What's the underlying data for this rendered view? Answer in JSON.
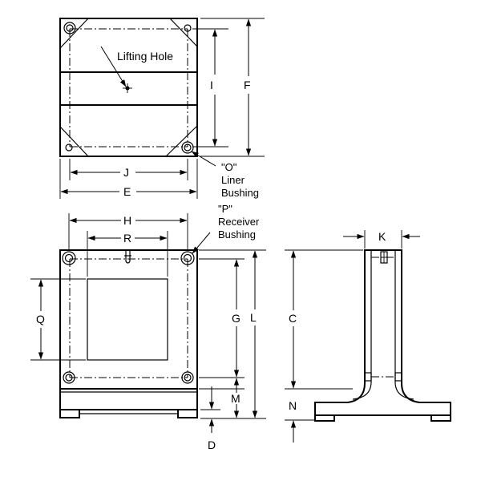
{
  "labels": {
    "lifting_hole": "Lifting Hole",
    "liner_bushing": [
      "\"O\"",
      "Liner",
      "Bushing"
    ],
    "receiver_bushing": [
      "\"P\"",
      "Receiver",
      "Bushing"
    ]
  },
  "dimensions": {
    "C": "C",
    "D": "D",
    "E": "E",
    "F": "F",
    "G": "G",
    "H": "H",
    "I": "I",
    "J": "J",
    "K": "K",
    "L": "L",
    "M": "M",
    "N": "N",
    "Q": "Q",
    "R": "R"
  }
}
